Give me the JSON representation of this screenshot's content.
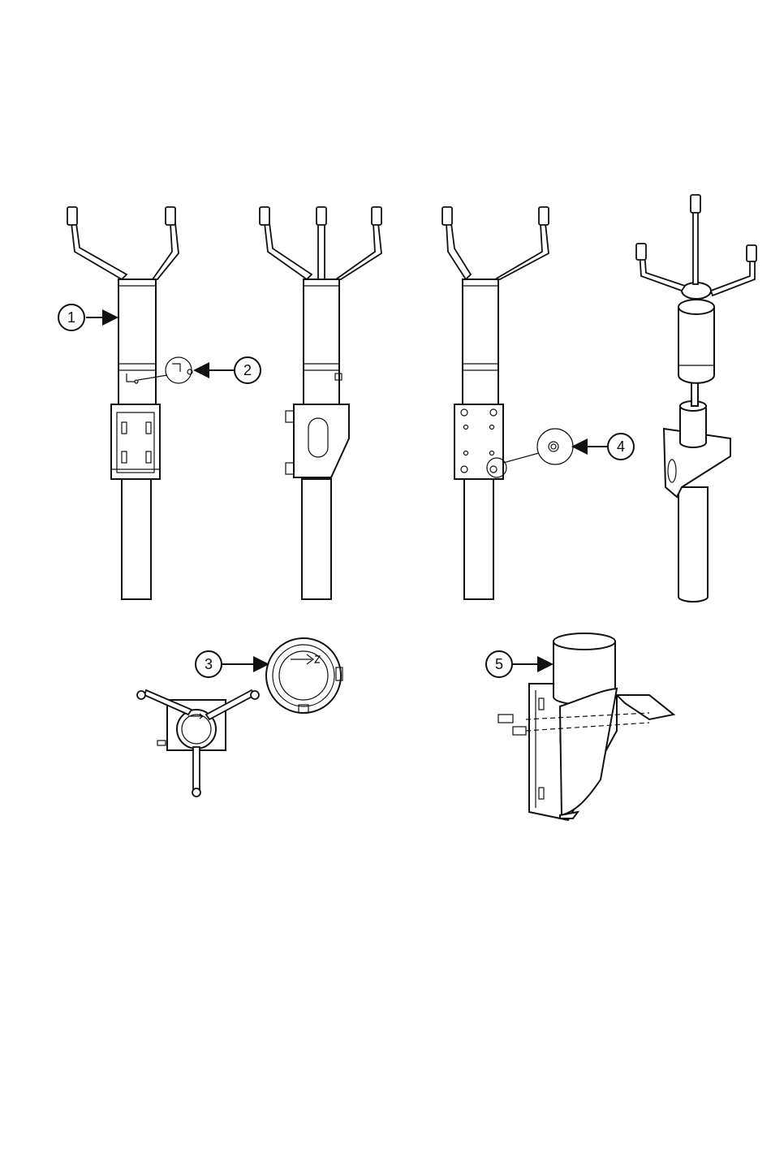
{
  "callouts": [
    {
      "id": "1",
      "label": "1"
    },
    {
      "id": "2",
      "label": "2"
    },
    {
      "id": "3",
      "label": "3"
    },
    {
      "id": "4",
      "label": "4"
    },
    {
      "id": "5",
      "label": "5"
    }
  ],
  "colors": {
    "line": "#111111",
    "background": "#ffffff"
  }
}
